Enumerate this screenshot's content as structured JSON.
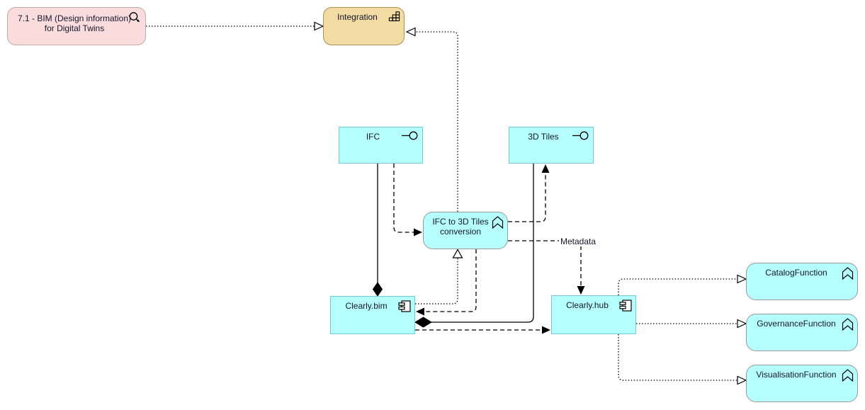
{
  "nodes": {
    "bim_requirement": {
      "label": "7.1 - BIM (Design information) for Digital Twins",
      "element_type": "assessment"
    },
    "integration": {
      "label": "Integration",
      "element_type": "capability"
    },
    "ifc": {
      "label": "IFC",
      "element_type": "application-interface"
    },
    "tiles": {
      "label": "3D Tiles",
      "element_type": "application-interface"
    },
    "conversion": {
      "label": "IFC to 3D Tiles conversion",
      "element_type": "application-function"
    },
    "bim": {
      "label": "Clearly.bim",
      "element_type": "application-component"
    },
    "hub": {
      "label": "Clearly.hub",
      "element_type": "application-component"
    },
    "catalog": {
      "label": "CatalogFunction",
      "element_type": "application-function"
    },
    "governance": {
      "label": "GovernanceFunction",
      "element_type": "application-function"
    },
    "visualisation": {
      "label": "VisualisationFunction",
      "element_type": "application-function"
    }
  },
  "edges": {
    "metadata_label": "Metadata"
  },
  "colors": {
    "application_fill": "#B5FFFF",
    "application_rect_border": "#74CBD8",
    "application_round_border": "#9A9A9A",
    "strategy_fill": "#F2DCA4",
    "strategy_border": "#AA9055",
    "motivation_fill": "#FADCDC",
    "motivation_border": "#C0AAAA",
    "line": "#000000",
    "text": "#15152E"
  }
}
